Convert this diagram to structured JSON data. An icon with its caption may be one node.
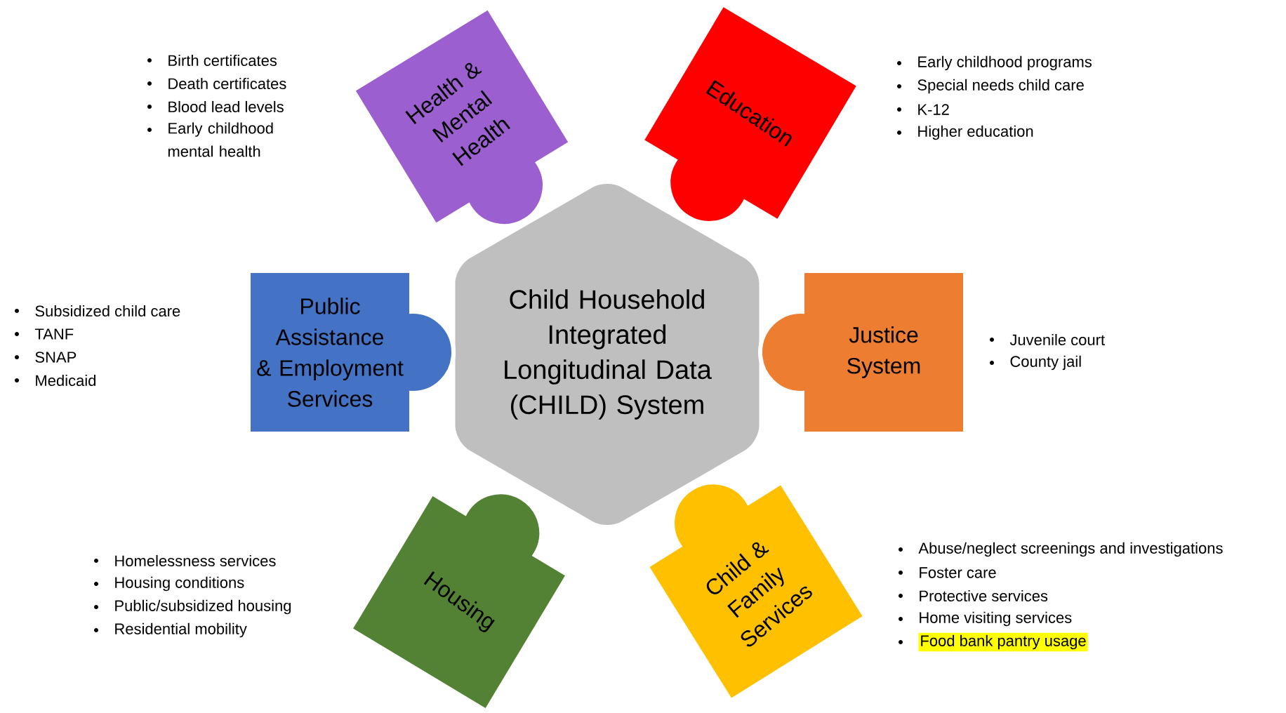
{
  "diagram": {
    "nodes": [
      {
        "text": [
          "Child Household Integrated Longitudinal Data (CHILD) System"
        ]
      },
      {
        "text": [
          "Health & Mental Health"
        ],
        "beside": [
          "Birth certificates",
          "Death certificates",
          "Blood lead levels",
          "Early childhood mental health"
        ]
      },
      {
        "text": [
          "Education"
        ],
        "beside": [
          "Early childhood programs",
          "Special needs child care",
          "K-12",
          "Higher education"
        ]
      },
      {
        "text": [
          "Public Assistance & Employment Services"
        ],
        "beside": [
          "Subsidized child care",
          "TANF",
          "SNAP",
          "Medicaid"
        ]
      },
      {
        "text": [
          "Justice System"
        ],
        "beside": [
          "Juvenile court",
          "County jail"
        ]
      },
      {
        "text": [
          "Housing"
        ],
        "beside": [
          "Homelessness services",
          "Housing conditions",
          "Public/subsidized housing",
          "Residential mobility"
        ]
      },
      {
        "text": [
          "Child & Family Services"
        ],
        "beside": [
          "Abuse/neglect screenings and investigations",
          "Foster care",
          "Protective services",
          "Home visiting services",
          "Food bank pantry usage"
        ]
      }
    ]
  }
}
